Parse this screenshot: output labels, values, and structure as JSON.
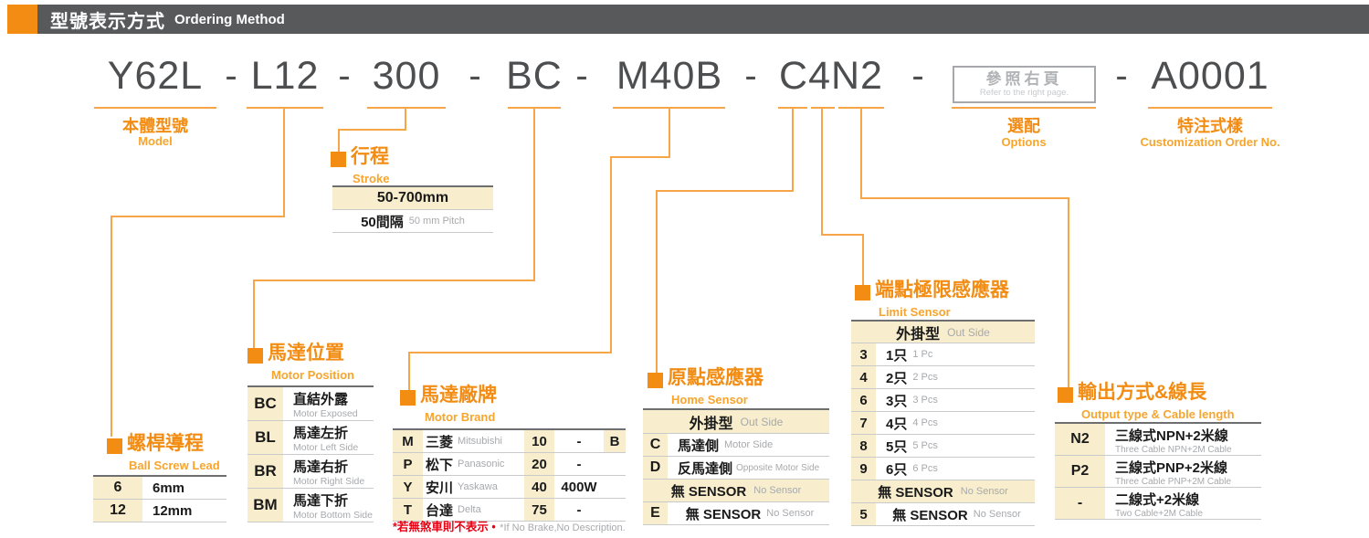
{
  "colors": {
    "accent_orange": "#F28C13",
    "line_orange": "#F6A648",
    "cream": "#F8EECD",
    "bar_gray": "#58595B",
    "model_text": "#4D4E50",
    "note_red": "#E60012",
    "muted_gray": "#A7A9AC"
  },
  "title_bar": {
    "zh": "型號表示方式",
    "en": "Ordering Method"
  },
  "model_code": {
    "separator": "-",
    "segments": {
      "model": "Y62L",
      "lead": "L12",
      "stroke": "300",
      "motor_position": "BC",
      "motor_brand": "M40B",
      "sensors": "C4N2",
      "customization": "A0001"
    },
    "options_box": {
      "zh": "參照右頁",
      "en": "Refer to the right page."
    }
  },
  "captions": {
    "model": {
      "zh": "本體型號",
      "en": "Model"
    },
    "options": {
      "zh": "選配",
      "en": "Options"
    },
    "customization": {
      "zh": "特注式樣",
      "en": "Customization Order No."
    }
  },
  "stroke": {
    "header": {
      "zh": "行程",
      "en": "Stroke"
    },
    "range": "50-700mm",
    "pitch": {
      "zh": "50間隔",
      "en": "50 mm Pitch"
    }
  },
  "ball_screw_lead": {
    "header": {
      "zh": "螺桿導程",
      "en": "Ball Screw Lead"
    },
    "rows": [
      {
        "code": "6",
        "desc": "6mm"
      },
      {
        "code": "12",
        "desc": "12mm"
      }
    ]
  },
  "motor_position": {
    "header": {
      "zh": "馬達位置",
      "en": "Motor Position"
    },
    "rows": [
      {
        "code": "BC",
        "zh": "直結外露",
        "en": "Motor Exposed"
      },
      {
        "code": "BL",
        "zh": "馬達左折",
        "en": "Motor Left Side"
      },
      {
        "code": "BR",
        "zh": "馬達右折",
        "en": "Motor Right Side"
      },
      {
        "code": "BM",
        "zh": "馬達下折",
        "en": "Motor Bottom Side"
      }
    ]
  },
  "motor_brand": {
    "header": {
      "zh": "馬達廠牌",
      "en": "Motor Brand"
    },
    "rows": [
      {
        "code": "M",
        "zh": "三菱",
        "en": "Mitsubishi",
        "power": "10",
        "watt": "-",
        "brake": "B"
      },
      {
        "code": "P",
        "zh": "松下",
        "en": "Panasonic",
        "power": "20",
        "watt": "-",
        "brake": ""
      },
      {
        "code": "Y",
        "zh": "安川",
        "en": "Yaskawa",
        "power": "40",
        "watt": "400W",
        "brake": ""
      },
      {
        "code": "T",
        "zh": "台達",
        "en": "Delta",
        "power": "75",
        "watt": "-",
        "brake": ""
      }
    ],
    "footnote": {
      "zh": "*若無煞車則不表示 •",
      "en": "*If No Brake,No Description."
    }
  },
  "home_sensor": {
    "header": {
      "zh": "原點感應器",
      "en": "Home Sensor"
    },
    "sections": [
      {
        "zh": "外掛型",
        "en": "Out Side"
      },
      {
        "zh": "無 SENSOR",
        "en": "No Sensor"
      }
    ],
    "rows": [
      {
        "code": "C",
        "zh": "馬達側",
        "en": "Motor Side"
      },
      {
        "code": "D",
        "zh": "反馬達側",
        "en": "Opposite Motor Side"
      },
      {
        "code": "E",
        "zh": "無 SENSOR",
        "en": "No Sensor"
      }
    ]
  },
  "limit_sensor": {
    "header": {
      "zh": "端點極限感應器",
      "en": "Limit Sensor"
    },
    "sections": [
      {
        "zh": "外掛型",
        "en": "Out Side"
      },
      {
        "zh": "無 SENSOR",
        "en": "No Sensor"
      }
    ],
    "rows": [
      {
        "code": "3",
        "zh": "1只",
        "en": "1 Pc"
      },
      {
        "code": "4",
        "zh": "2只",
        "en": "2 Pcs"
      },
      {
        "code": "6",
        "zh": "3只",
        "en": "3 Pcs"
      },
      {
        "code": "7",
        "zh": "4只",
        "en": "4 Pcs"
      },
      {
        "code": "8",
        "zh": "5只",
        "en": "5 Pcs"
      },
      {
        "code": "9",
        "zh": "6只",
        "en": "6 Pcs"
      },
      {
        "code": "5",
        "zh": "無 SENSOR",
        "en": "No Sensor"
      }
    ]
  },
  "output_cable": {
    "header": {
      "zh": "輸出方式&線長",
      "en": "Output type & Cable length"
    },
    "rows": [
      {
        "code": "N2",
        "zh": "三線式NPN+2米線",
        "en": "Three Cable NPN+2M Cable"
      },
      {
        "code": "P2",
        "zh": "三線式PNP+2米線",
        "en": "Three Cable PNP+2M Cable"
      },
      {
        "code": "-",
        "zh": "二線式+2米線",
        "en": "Two Cable+2M Cable"
      }
    ]
  }
}
